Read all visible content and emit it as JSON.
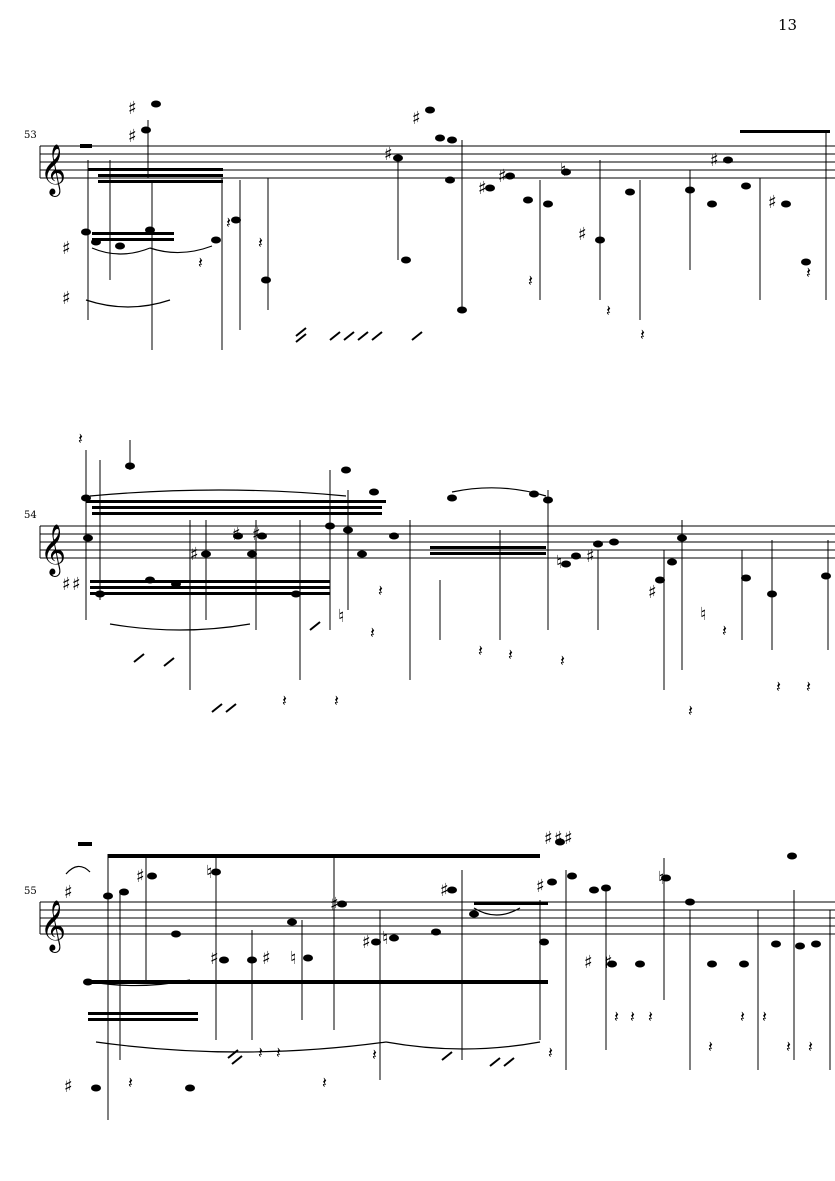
{
  "page": {
    "number": "13"
  },
  "systems": [
    {
      "measure": "53"
    },
    {
      "measure": "54"
    },
    {
      "measure": "55"
    }
  ],
  "colors": {
    "ink": "#000000",
    "paper": "#ffffff"
  },
  "icons": [
    "treble-clef-icon",
    "sharp-icon",
    "natural-icon",
    "quarter-rest-icon",
    "half-rest-icon"
  ]
}
